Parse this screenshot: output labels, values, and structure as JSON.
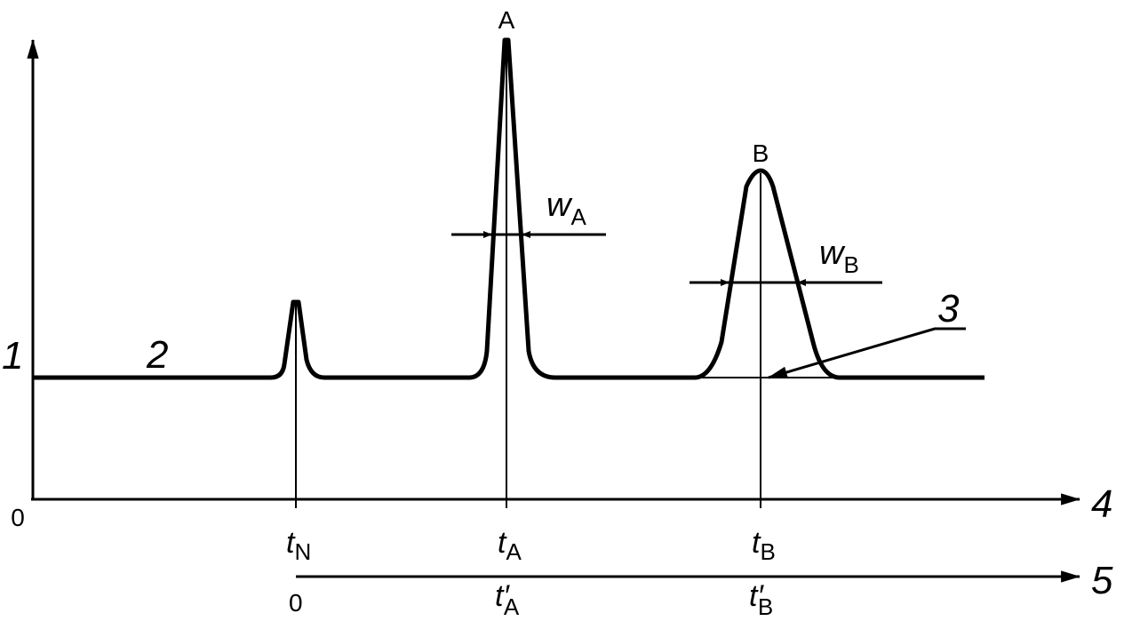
{
  "peaks": {
    "unretained": "",
    "a": "A",
    "b": "B"
  },
  "widths": {
    "w": "w",
    "a_sub": "A",
    "b_sub": "B"
  },
  "callouts": {
    "signal_axis": "1",
    "baseline": "2",
    "peak_base": "3",
    "time_axis": "4",
    "adjusted_time_axis": "5"
  },
  "origin": "0",
  "time_ticks": [
    {
      "t": "t",
      "sub": "N"
    },
    {
      "t": "t",
      "sub": "A"
    },
    {
      "t": "t",
      "sub": "B"
    }
  ],
  "adjusted_ticks": [
    {
      "t": "0",
      "sub": ""
    },
    {
      "t": "t′",
      "sub": "A"
    },
    {
      "t": "t′",
      "sub": "B"
    }
  ],
  "colors": {
    "ink": "#000000",
    "background": "#ffffff"
  }
}
